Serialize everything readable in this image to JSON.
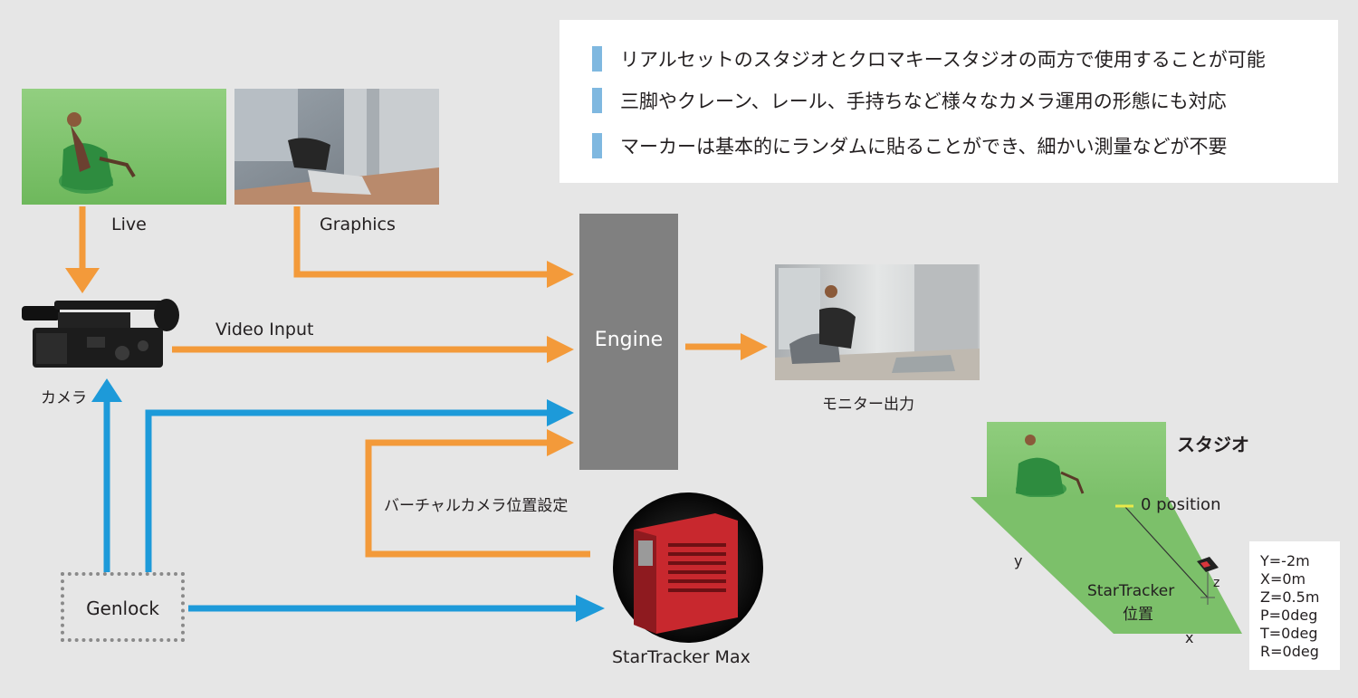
{
  "colors": {
    "orange_arrow": "#f39a3a",
    "blue_arrow": "#1d9ad9",
    "engine_box": "#808080",
    "bullet": "#7fb8e0",
    "green_screen": "#7cc06a",
    "tracker_red": "#c8282e"
  },
  "features": [
    "リアルセットのスタジオとクロマキースタジオの両方で使用することが可能",
    "三脚やクレーン、レール、手持ちなど様々なカメラ運用の形態にも対応",
    "マーカーは基本的にランダムに貼ることができ、細かい測量などが不要"
  ],
  "labels": {
    "live": "Live",
    "graphics": "Graphics",
    "video_input": "Video Input",
    "camera": "カメラ",
    "engine": "Engine",
    "monitor_output": "モニター出力",
    "virtual_camera_setting": "バーチャルカメラ位置設定",
    "genlock": "Genlock",
    "startracker_max": "StarTracker Max"
  },
  "studio": {
    "title": "スタジオ",
    "zero_position": "0 position",
    "axis_y": "y",
    "axis_x": "x",
    "axis_z": "z",
    "tracker_label_line1": "StarTracker",
    "tracker_label_line2": "位置"
  },
  "coordinates": [
    "Y=-2m",
    "X=0m",
    "Z=0.5m",
    "P=0deg",
    "T=0deg",
    "R=0deg"
  ],
  "icons": {
    "camera": "video-camera-icon",
    "tracker": "startracker-device-icon"
  }
}
